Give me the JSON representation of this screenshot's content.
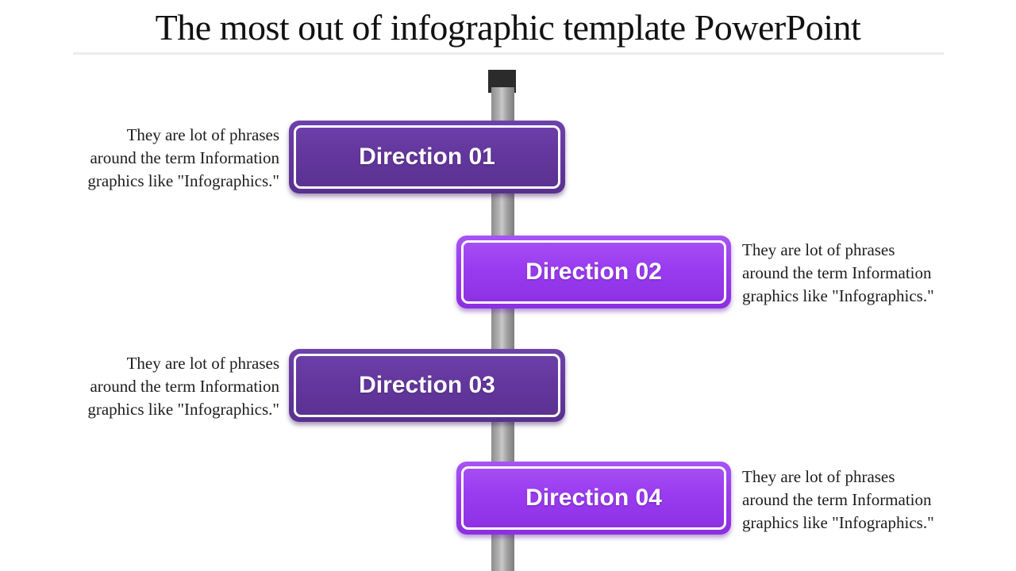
{
  "title": "The most out of infographic template PowerPoint",
  "colors": {
    "dark_sign": "#64379E",
    "bright_sign": "#9A3BF0",
    "pole_gray": "#A9A9A9",
    "cap_black": "#2B2B2B",
    "sign_border": "#FFFFFF",
    "text": "#1D1D1D",
    "divider": "#ECECEC"
  },
  "signs": [
    {
      "label": "Direction 01",
      "variant": "dark",
      "side": "left"
    },
    {
      "label": "Direction 02",
      "variant": "bright",
      "side": "right"
    },
    {
      "label": "Direction 03",
      "variant": "dark",
      "side": "left"
    },
    {
      "label": "Direction 04",
      "variant": "bright",
      "side": "right"
    }
  ],
  "descriptions": [
    {
      "side": "left",
      "lines": [
        "They are lot of phrases",
        "around the term Information",
        "graphics like \"Infographics.\""
      ]
    },
    {
      "side": "right",
      "lines": [
        "They are lot of phrases",
        "around the term Information",
        "graphics like \"Infographics.\""
      ]
    },
    {
      "side": "left",
      "lines": [
        "They are lot of phrases",
        "around the term Information",
        "graphics like \"Infographics.\""
      ]
    },
    {
      "side": "right",
      "lines": [
        "They are lot of phrases",
        "around the term Information",
        "graphics like \"Infographics.\""
      ]
    }
  ]
}
